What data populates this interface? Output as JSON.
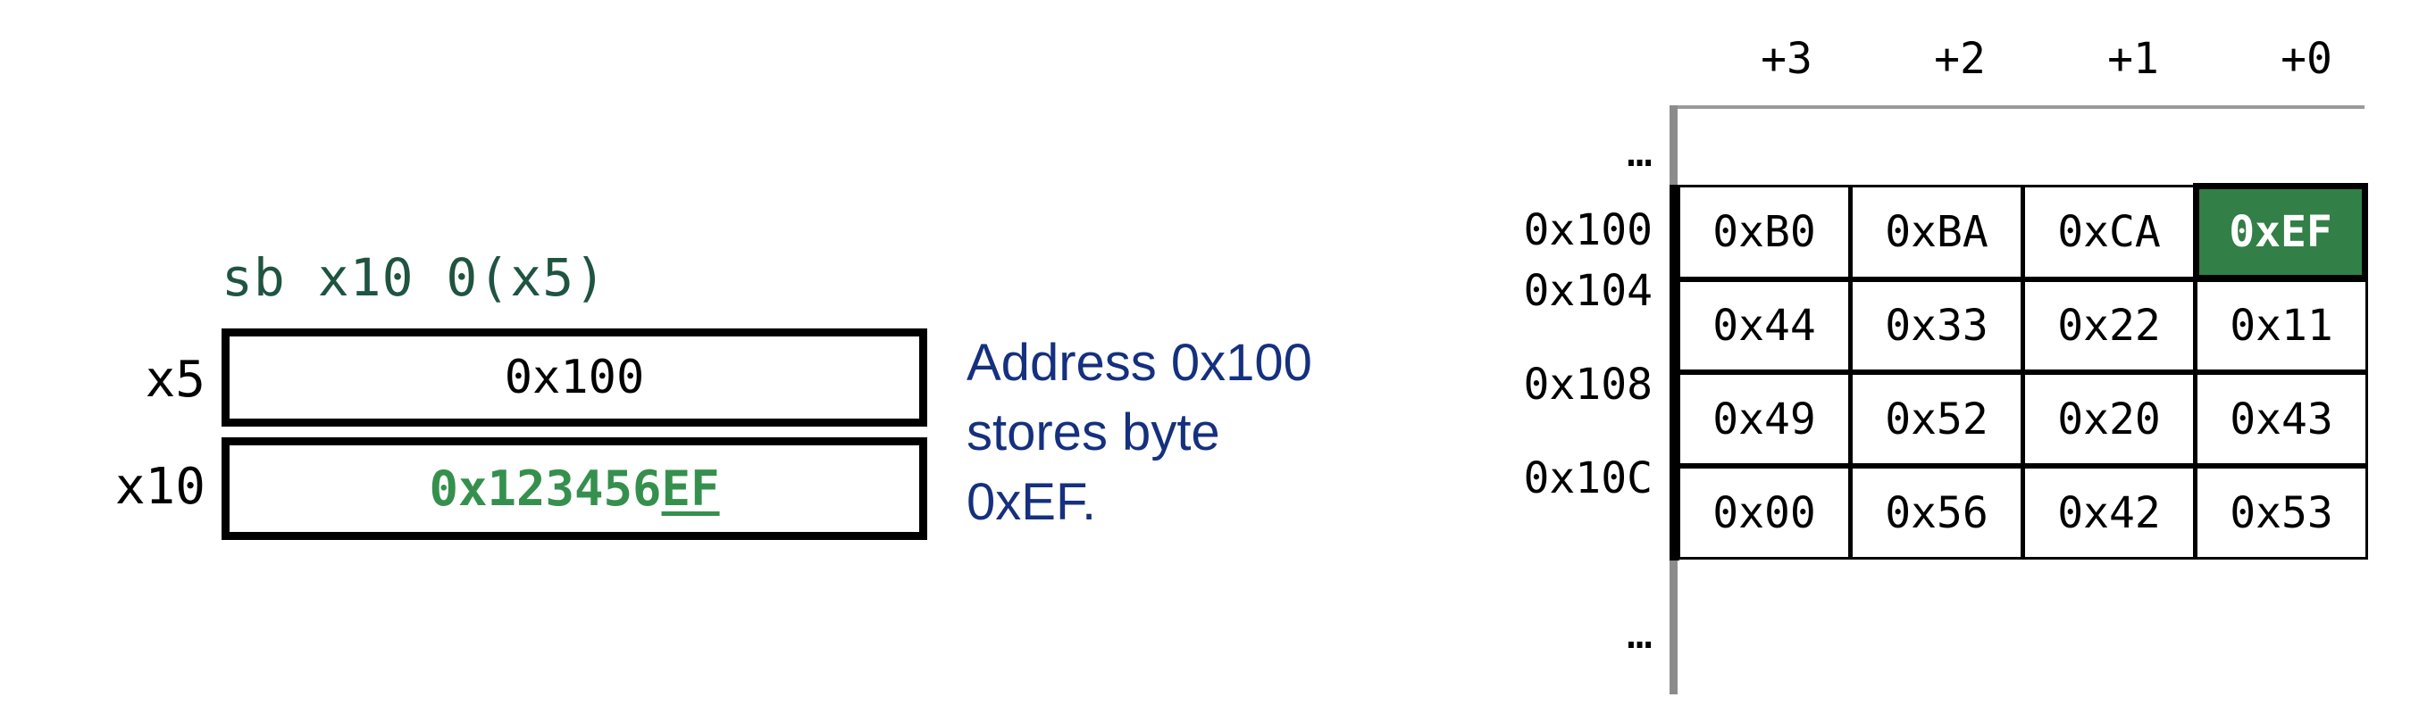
{
  "instruction": {
    "text": "sb x10 0(x5)",
    "color": "#1f5440"
  },
  "registers": {
    "rows": [
      {
        "name": "x5",
        "value": "0x100",
        "value_color": "#000000",
        "highlight_suffix": ""
      },
      {
        "name": "x10",
        "value_prefix": "0x123456",
        "value_suffix": "EF",
        "value_color": "#35904e"
      }
    ]
  },
  "annotation": {
    "color": "#15307e",
    "lines": [
      "Address 0x100",
      "stores byte",
      "0xEF."
    ]
  },
  "memory": {
    "column_headers": [
      "+3",
      "+2",
      "+1",
      "+0"
    ],
    "ellipsis": "…",
    "highlight_color": "#327f47",
    "rail_color": "#8c8c8c",
    "rows": [
      {
        "address": "0x100",
        "cells": [
          "0xB0",
          "0xBA",
          "0xCA",
          "0xEF"
        ],
        "highlight_index": 3
      },
      {
        "address": "0x104",
        "cells": [
          "0x44",
          "0x33",
          "0x22",
          "0x11"
        ],
        "highlight_index": -1
      },
      {
        "address": "0x108",
        "cells": [
          "0x49",
          "0x52",
          "0x20",
          "0x43"
        ],
        "highlight_index": -1
      },
      {
        "address": "0x10C",
        "cells": [
          "0x00",
          "0x56",
          "0x42",
          "0x53"
        ],
        "highlight_index": -1
      }
    ]
  }
}
